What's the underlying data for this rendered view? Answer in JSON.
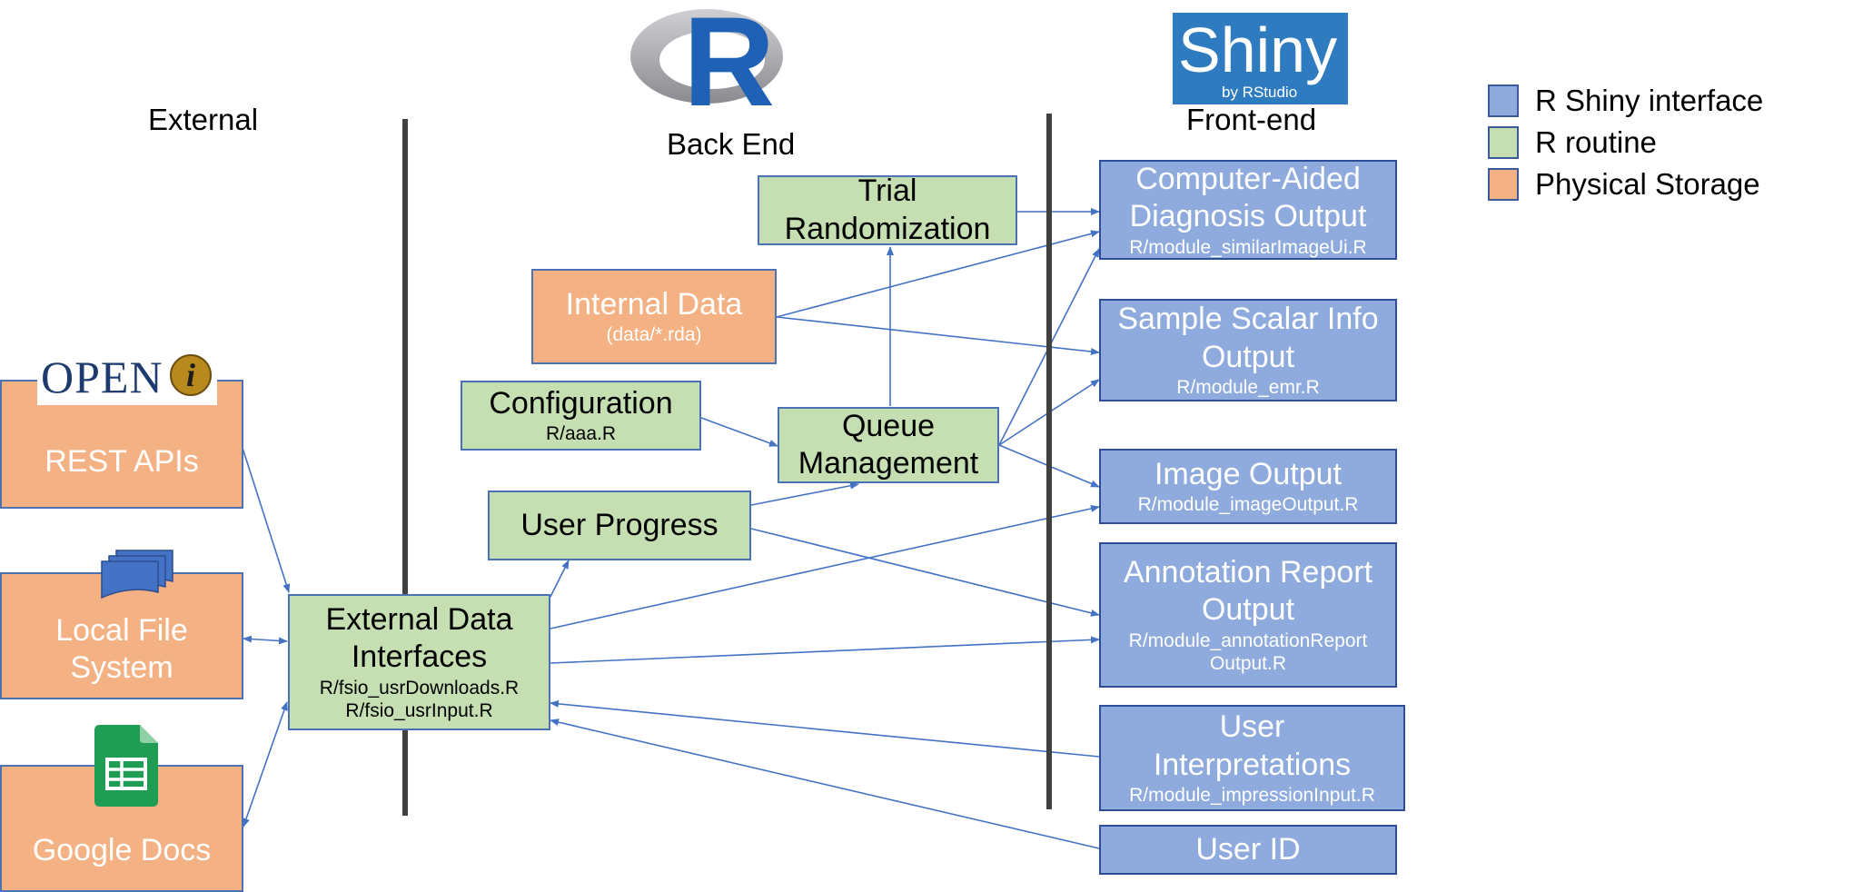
{
  "columns": {
    "external": "External",
    "backend": "Back End",
    "frontend": "Front-end"
  },
  "logos": {
    "r_letter": "R",
    "shiny_title": "Shiny",
    "shiny_sub": "by RStudio",
    "openi_text": "OPEN",
    "openi_i": "i"
  },
  "external": {
    "rest": {
      "label": "REST APIs"
    },
    "local": {
      "line1": "Local File",
      "line2": "System"
    },
    "google": {
      "label": "Google Docs"
    }
  },
  "backend": {
    "internal": {
      "title": "Internal Data",
      "sub": "(data/*.rda)"
    },
    "config": {
      "title": "Configuration",
      "sub": "R/aaa.R"
    },
    "trial": {
      "line1": "Trial",
      "line2": "Randomization"
    },
    "queue": {
      "line1": "Queue",
      "line2": "Management"
    },
    "progress": {
      "title": "User Progress"
    },
    "edi": {
      "line1": "External Data",
      "line2": "Interfaces",
      "sub1": "R/fsio_usrDownloads.R",
      "sub2": "R/fsio_usrInput.R"
    }
  },
  "frontend": {
    "cad": {
      "line1": "Computer-Aided",
      "line2": "Diagnosis Output",
      "sub": "R/module_similarImageUi.R"
    },
    "scalar": {
      "line1": "Sample Scalar Info",
      "line2": "Output",
      "sub": "R/module_emr.R"
    },
    "image": {
      "title": "Image Output",
      "sub": "R/module_imageOutput.R"
    },
    "annot": {
      "line1": "Annotation Report",
      "line2": "Output",
      "sub1": "R/module_annotationReport",
      "sub2": "Output.R"
    },
    "interp": {
      "line1": "User",
      "line2": "Interpretations",
      "sub": "R/module_impressionInput.R"
    },
    "userid": {
      "title": "User ID"
    }
  },
  "legend": {
    "items": [
      {
        "label": "R Shiny interface",
        "color": "#8faadc"
      },
      {
        "label": "R routine",
        "color": "#c5dfb3"
      },
      {
        "label": "Physical Storage",
        "color": "#f4b183"
      }
    ]
  },
  "colors": {
    "arrow": "#4472c4",
    "divider": "#404040",
    "shiny_bg": "#2f7bc0",
    "r_blue": "#1f62b5",
    "sheets_green": "#1f9d55"
  }
}
